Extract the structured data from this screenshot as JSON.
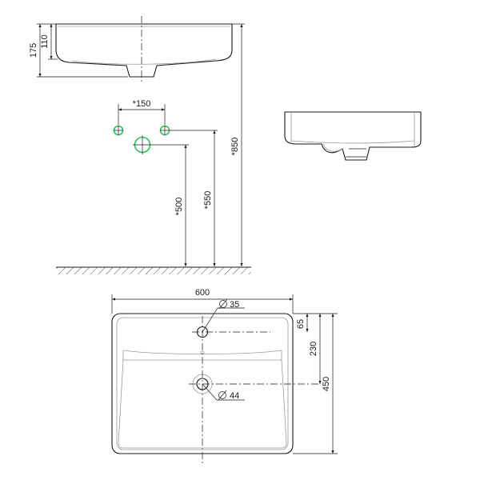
{
  "colors": {
    "line": "#1a1a1a",
    "connection": "#22c55e",
    "hatch": "#555555"
  },
  "side_view": {
    "dim_height": "175",
    "dim_bowl": "110"
  },
  "installation": {
    "dim_tap_spacing": "*150",
    "dim_drain_height": "*500",
    "dim_tap_height": "*550",
    "dim_rim_height": "*850"
  },
  "plan_view": {
    "dim_width": "600",
    "dim_depth": "450",
    "dim_drain_offset": "230",
    "dim_tap_offset": "65",
    "dim_tap_hole": "35",
    "dim_drain_hole": "44"
  }
}
